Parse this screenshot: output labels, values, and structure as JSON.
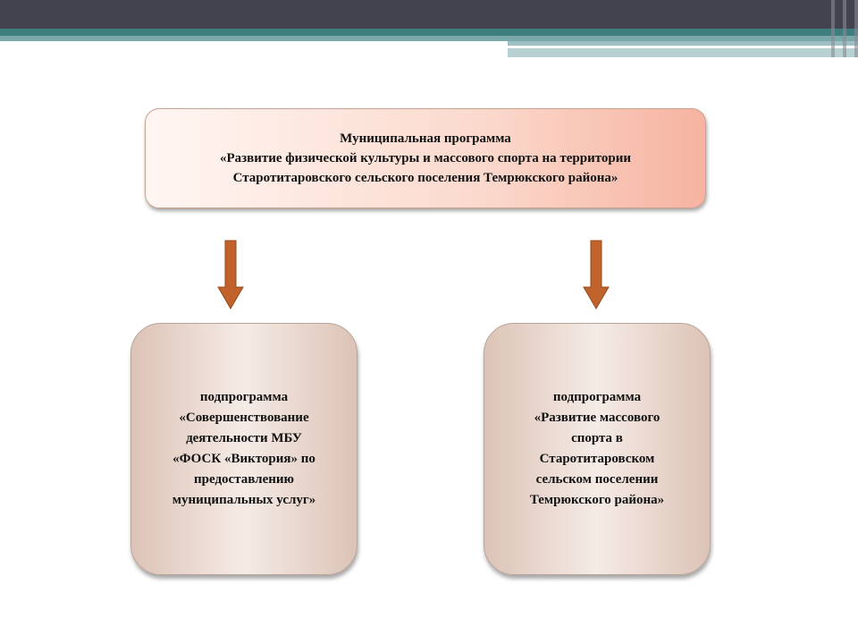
{
  "colors": {
    "header_dark": "#43424f",
    "header_teal": "#3e7e7f",
    "arrow_fill": "#c0622b",
    "box_border": "#c9a08e"
  },
  "main_program": {
    "lines": [
      "Муниципальная программа",
      "«Развитие физической культуры и массового спорта на территории",
      "Старотитаровского сельского поселения Темрюкского района»"
    ]
  },
  "subprogram_left": {
    "lines": [
      "подпрограмма",
      "«Совершенствование",
      "деятельности МБУ",
      "«ФОСК «Виктория» по",
      "предоставлению",
      "муниципальных услуг»"
    ]
  },
  "subprogram_right": {
    "lines": [
      "подпрограмма",
      "«Развитие массового",
      "спорта в",
      "Старотитаровском",
      "сельском поселении",
      "Темрюкского района»"
    ]
  }
}
